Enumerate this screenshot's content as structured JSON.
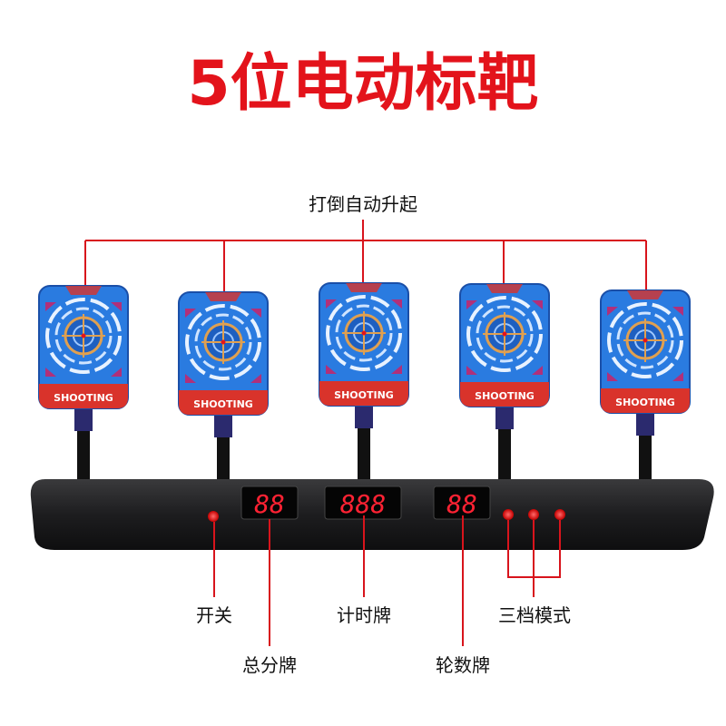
{
  "title": "5位电动标靶",
  "callouts": {
    "auto_reset": "打倒自动升起",
    "power": "开关",
    "total_score": "总分牌",
    "timer": "计时牌",
    "round_count": "轮数牌",
    "three_modes": "三档模式"
  },
  "targets": [
    {
      "label": "SHOOTING"
    },
    {
      "label": "SHOOTING"
    },
    {
      "label": "SHOOTING"
    },
    {
      "label": "SHOOTING"
    },
    {
      "label": "SHOOTING"
    }
  ],
  "displays": {
    "score": "88",
    "timer": "888",
    "rounds": "88"
  },
  "colors": {
    "title": "#e3131b",
    "target_blue": "#2a7be0",
    "target_banner": "#d9332b",
    "base": "#1c1c1e",
    "led": "#ff2a2a"
  }
}
